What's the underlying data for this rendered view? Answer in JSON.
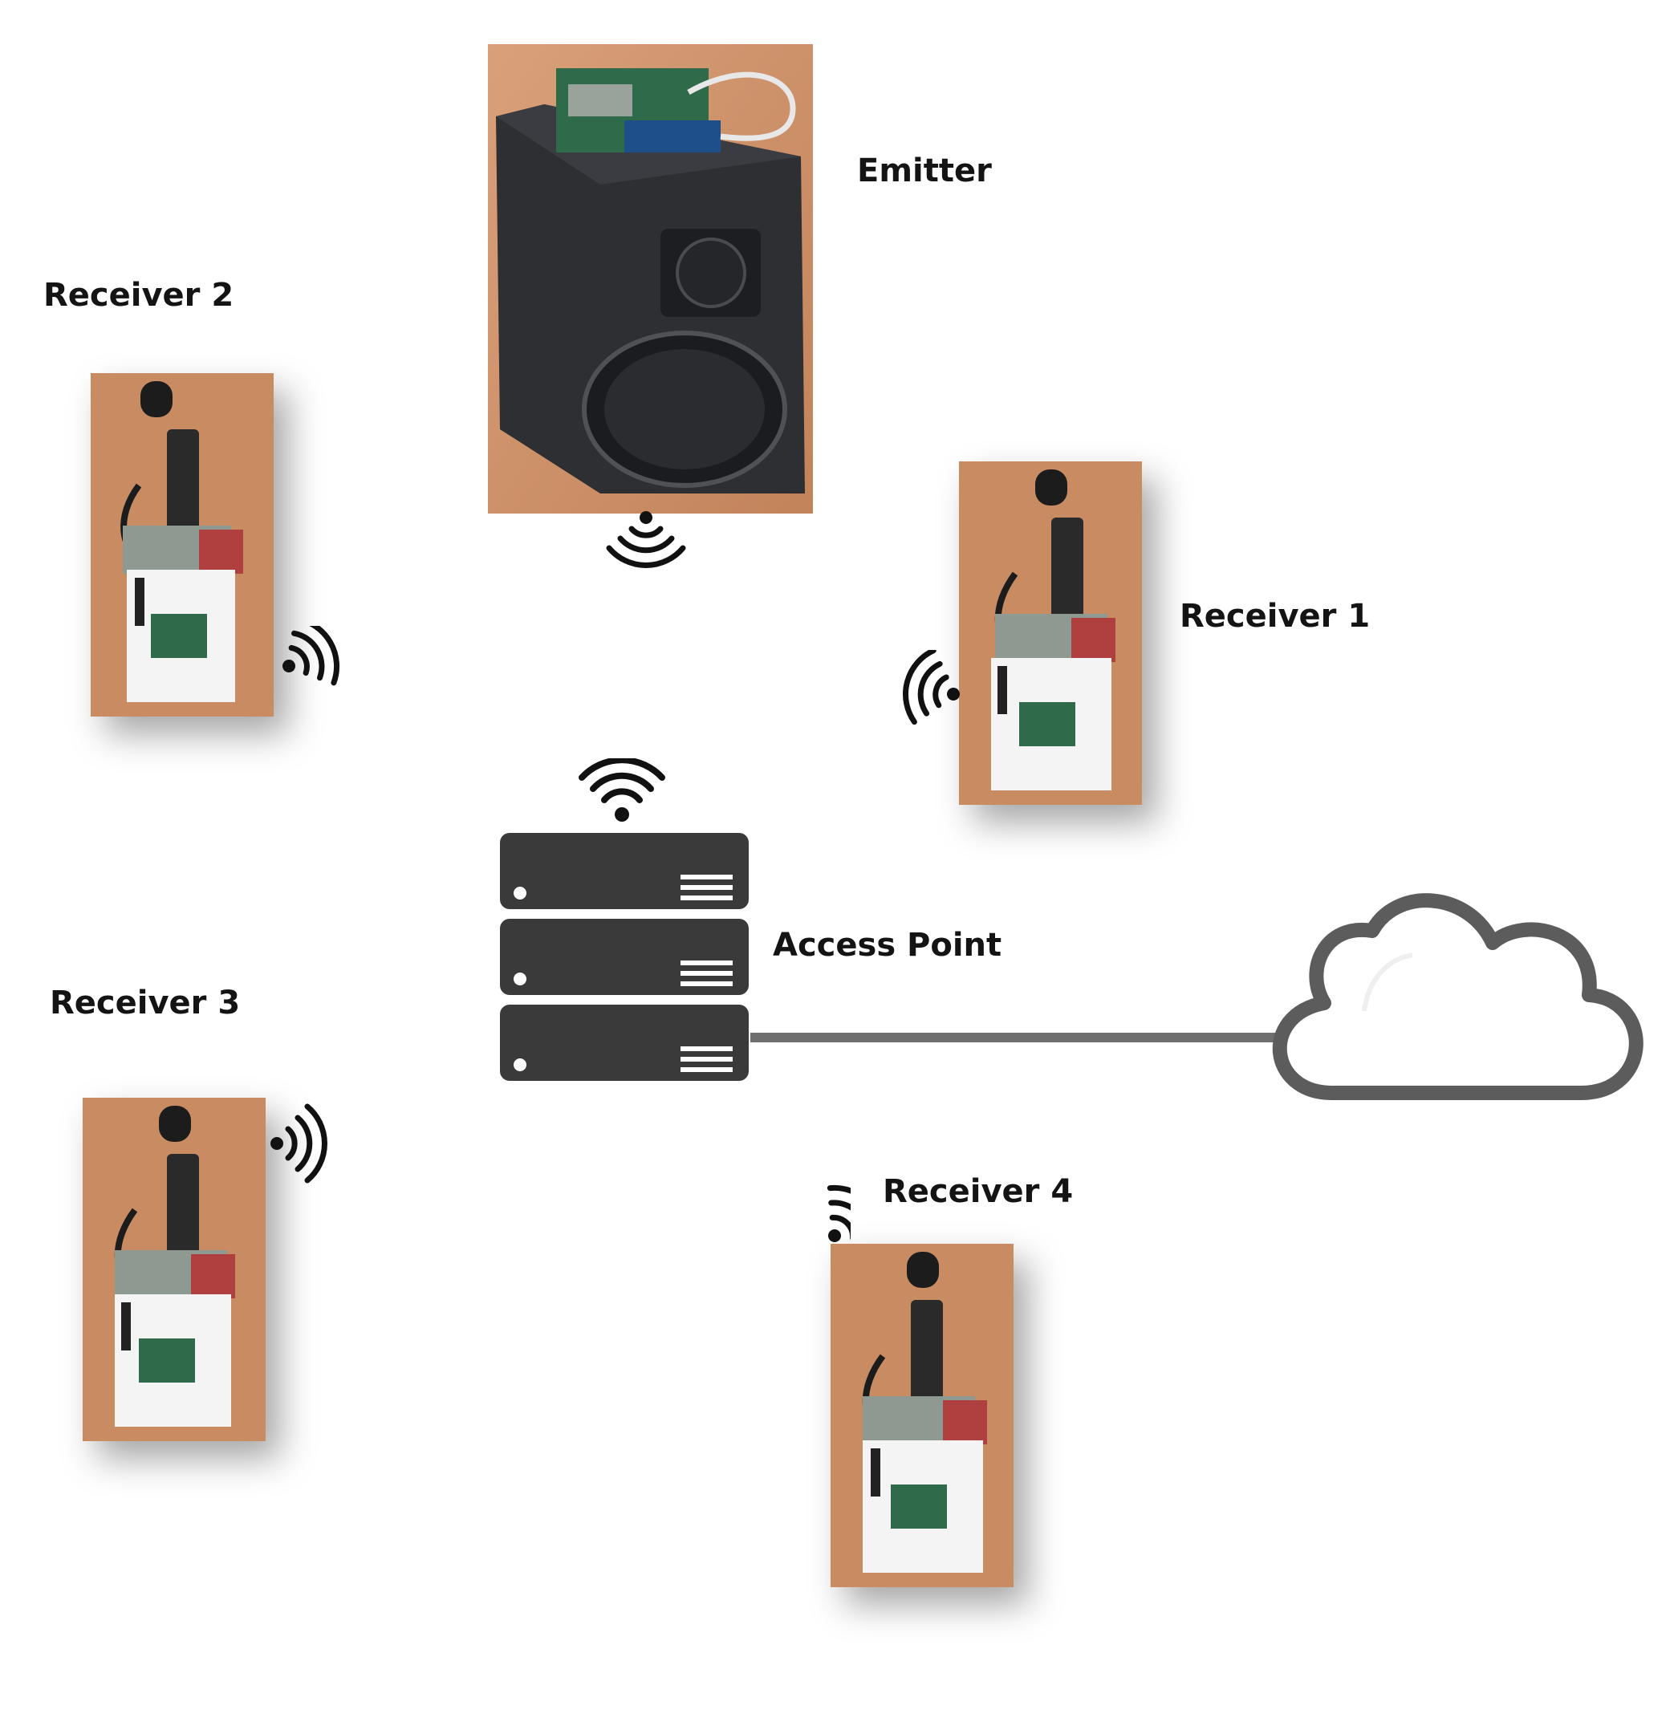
{
  "labels": {
    "emitter": "Emitter",
    "receiver1": "Receiver 1",
    "receiver2": "Receiver 2",
    "receiver3": "Receiver 3",
    "receiver4": "Receiver 4",
    "access_point": "Access Point"
  },
  "icons": {
    "emitter_signal": "wifi-signal-icon",
    "receiver_signal": "wifi-signal-icon",
    "access_point": "server-rack-icon",
    "cloud": "cloud-icon"
  },
  "colors": {
    "icon_dark": "#3a3a3a",
    "signal_black": "#111111",
    "wood": "#c88a5e",
    "speaker_body": "#2e2f33",
    "device_white": "#f4f4f4",
    "board_green": "#2f6b4a"
  }
}
